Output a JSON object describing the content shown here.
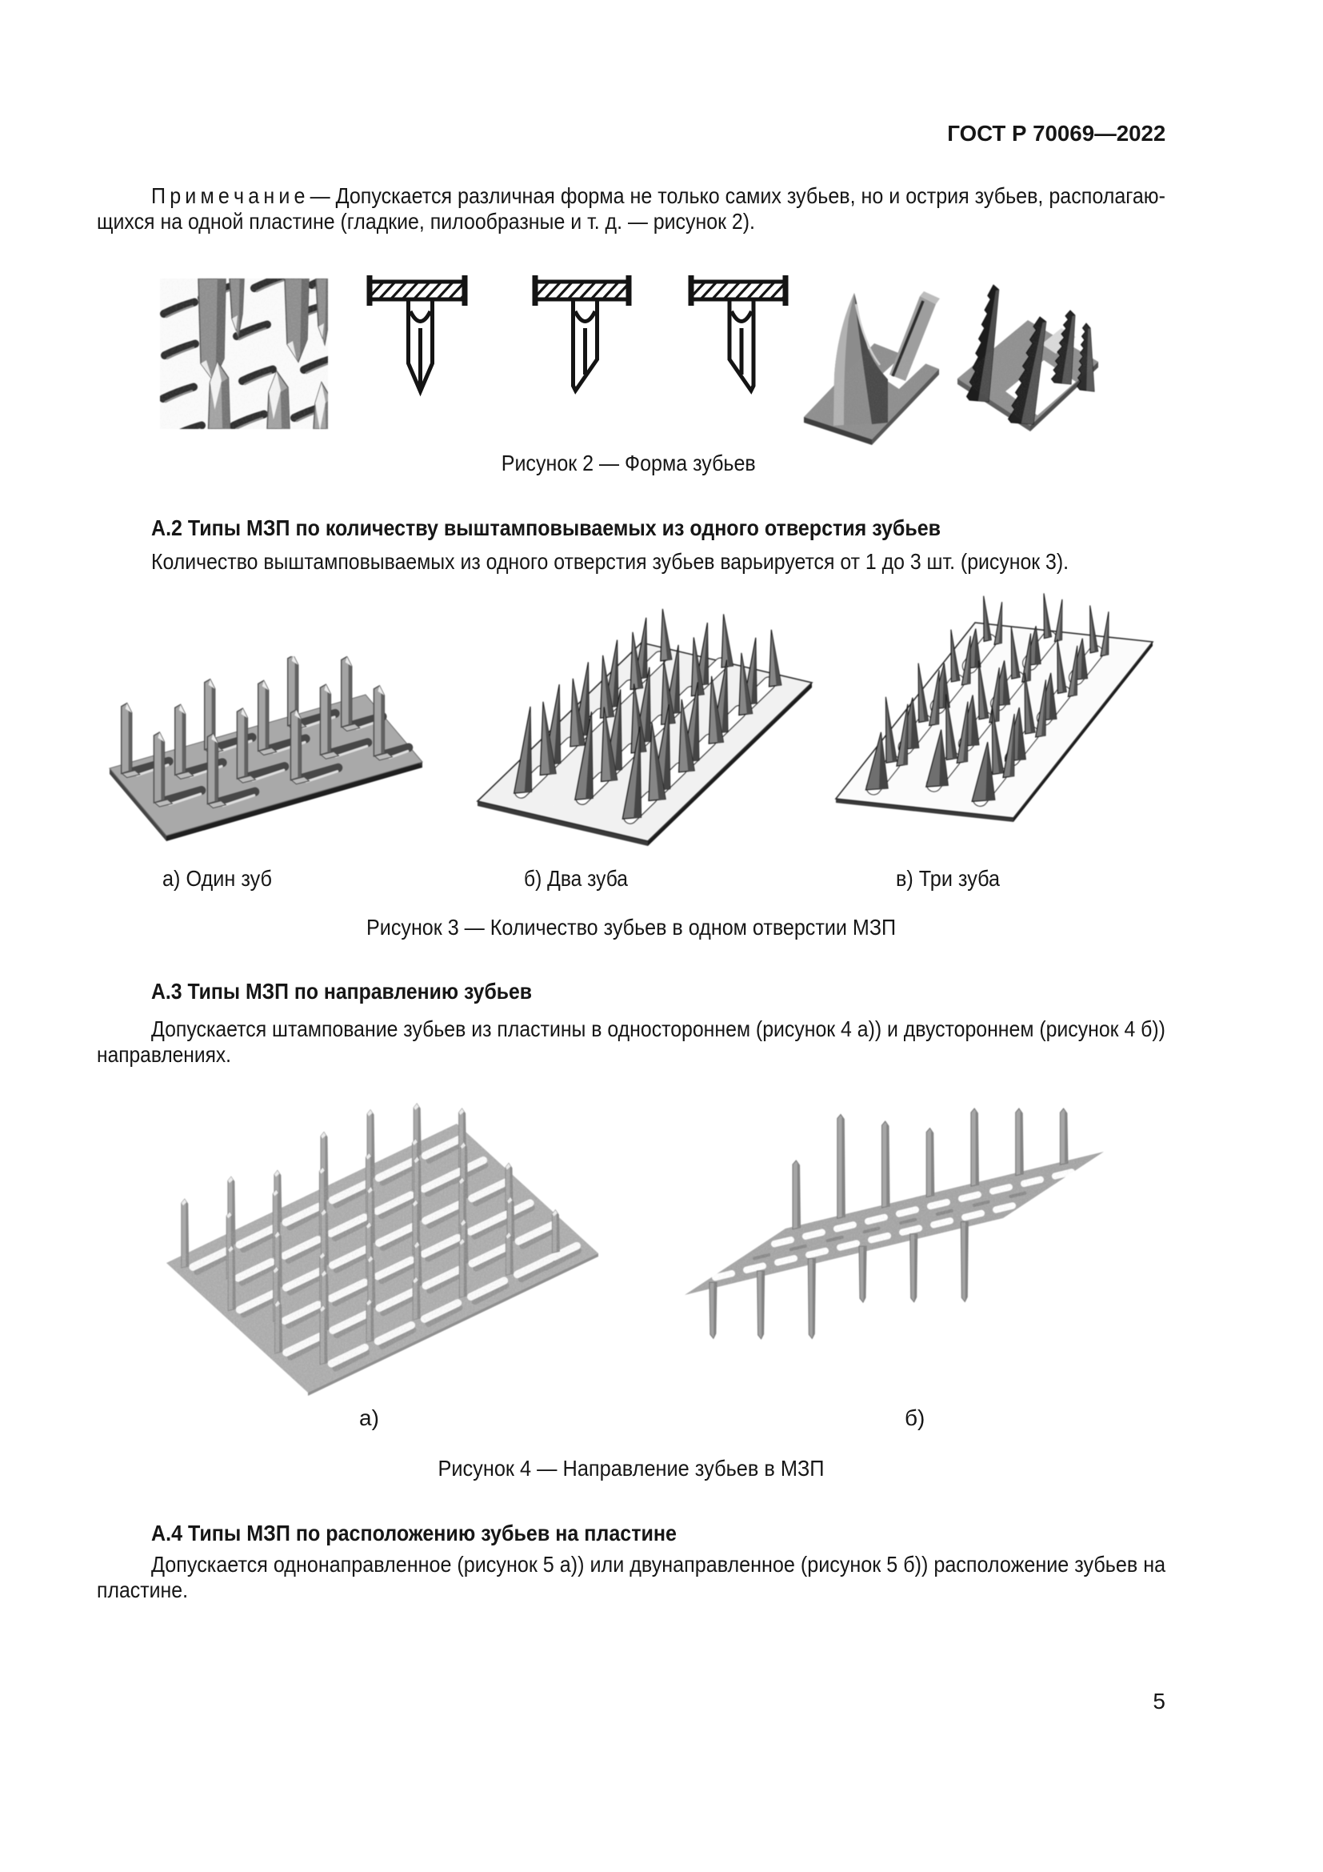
{
  "page": {
    "header": "ГОСТ Р 70069—2022",
    "number": "5"
  },
  "note": {
    "label": "П р и м е ч а н и е",
    "line1_rest": " — Допускается различная форма не только самих зубьев, но и острия зубьев, располагаю-",
    "line2": "щихся на одной пластине (гладкие, пилообразные и т. д. — рисунок 2)."
  },
  "figure2": {
    "caption": "Рисунок 2 — Форма зубьев"
  },
  "section_a2": {
    "heading": "А.2 Типы МЗП по количеству выштамповываемых из одного отверстия зубьев",
    "body": "Количество выштамповываемых из одного отверстия зубьев варьируется от 1 до 3 шт. (рисунок 3)."
  },
  "figure3": {
    "labels": [
      "а) Один зуб",
      "б) Два зуба",
      "в) Три зуба"
    ],
    "caption": "Рисунок 3 — Количество зубьев в одном отверстии МЗП"
  },
  "section_a3": {
    "heading": "А.3 Типы МЗП по направлению зубьев",
    "body_line1": "Допускается штампование зубьев из пластины в одностороннем (рисунок 4 а)) и двустороннем (рисунок 4 б))",
    "body_line2": "направлениях."
  },
  "figure4": {
    "labels": [
      "а)",
      "б)"
    ],
    "caption": "Рисунок 4 — Направление зубьев в МЗП"
  },
  "section_a4": {
    "heading": "А.4 Типы МЗП по расположению зубьев на пластине",
    "body_line1": "Допускается однонаправленное (рисунок 5 а)) или двунаправленное (рисунок 5 б)) расположение зубьев на",
    "body_line2": "пластине."
  }
}
